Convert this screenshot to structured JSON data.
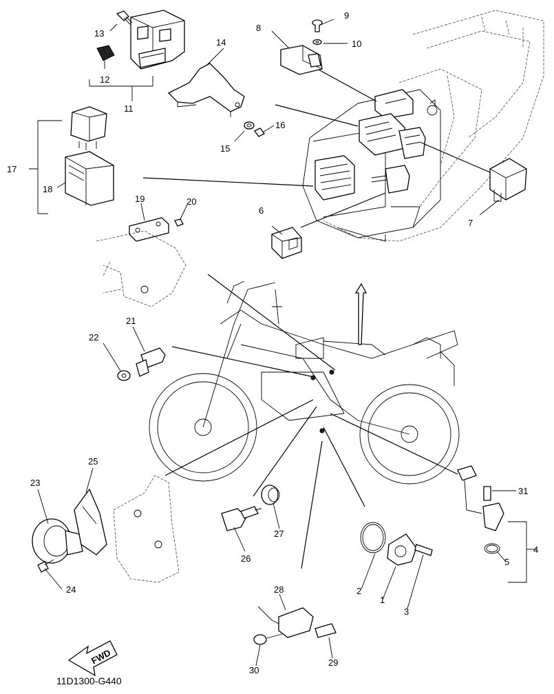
{
  "diagram": {
    "callouts": [
      "1",
      "2",
      "3",
      "4",
      "5",
      "6",
      "7",
      "8",
      "9",
      "10",
      "11",
      "12",
      "13",
      "14",
      "15",
      "16",
      "17",
      "18",
      "19",
      "20",
      "21",
      "22",
      "23",
      "24",
      "25",
      "26",
      "27",
      "28",
      "29",
      "30",
      "31"
    ],
    "drawing_code": "11D1300-G440",
    "fwd_label": "FWD",
    "ink_color": "#000000",
    "paper_color": "#ffffff"
  }
}
